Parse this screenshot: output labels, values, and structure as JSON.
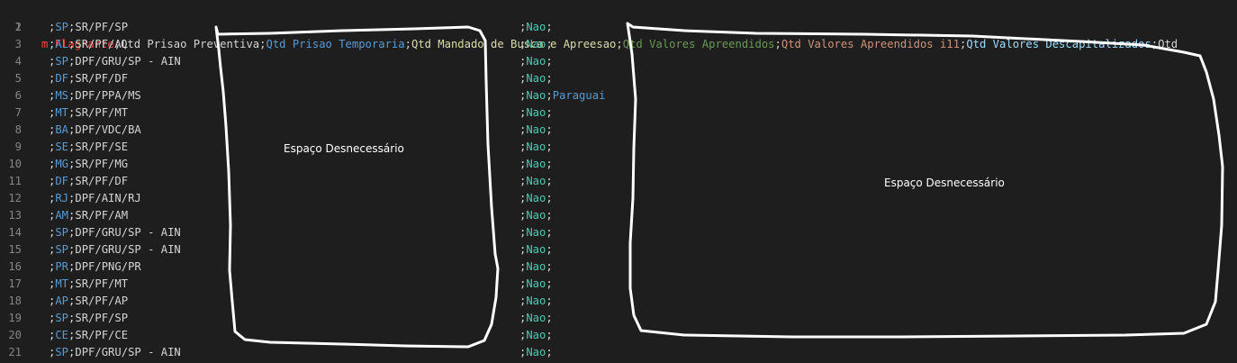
{
  "editor": {
    "header": {
      "line_number": "1",
      "columns": [
        "m Flagrante",
        "Qtd Prisao Preventiva",
        "Qtd Prisao Temporaria",
        "Qtd Mandado de Busca e Apreesao",
        "Qtd Valores Apreendidos",
        "Qtd Valores Apreendidos i11",
        "Qtd Valores Descapitalizados",
        "Qtd"
      ]
    },
    "rows": [
      {
        "n": "2",
        "uf": "SP",
        "unit": "SR/PF/SP",
        "value": "Nao",
        "extra": ""
      },
      {
        "n": "3",
        "uf": "AL",
        "unit": "SR/PF/AL",
        "value": "Nao",
        "extra": ""
      },
      {
        "n": "4",
        "uf": "SP",
        "unit": "DPF/GRU/SP - AIN",
        "value": "Nao",
        "extra": ""
      },
      {
        "n": "5",
        "uf": "DF",
        "unit": "SR/PF/DF",
        "value": "Nao",
        "extra": ""
      },
      {
        "n": "6",
        "uf": "MS",
        "unit": "DPF/PPA/MS",
        "value": "Nao",
        "extra": "Paraguai"
      },
      {
        "n": "7",
        "uf": "MT",
        "unit": "SR/PF/MT",
        "value": "Nao",
        "extra": ""
      },
      {
        "n": "8",
        "uf": "BA",
        "unit": "DPF/VDC/BA",
        "value": "Nao",
        "extra": ""
      },
      {
        "n": "9",
        "uf": "SE",
        "unit": "SR/PF/SE",
        "value": "Nao",
        "extra": ""
      },
      {
        "n": "10",
        "uf": "MG",
        "unit": "SR/PF/MG",
        "value": "Nao",
        "extra": ""
      },
      {
        "n": "11",
        "uf": "DF",
        "unit": "SR/PF/DF",
        "value": "Nao",
        "extra": ""
      },
      {
        "n": "12",
        "uf": "RJ",
        "unit": "DPF/AIN/RJ",
        "value": "Nao",
        "extra": ""
      },
      {
        "n": "13",
        "uf": "AM",
        "unit": "SR/PF/AM",
        "value": "Nao",
        "extra": ""
      },
      {
        "n": "14",
        "uf": "SP",
        "unit": "DPF/GRU/SP - AIN",
        "value": "Nao",
        "extra": ""
      },
      {
        "n": "15",
        "uf": "SP",
        "unit": "DPF/GRU/SP - AIN",
        "value": "Nao",
        "extra": ""
      },
      {
        "n": "16",
        "uf": "PR",
        "unit": "DPF/PNG/PR",
        "value": "Nao",
        "extra": ""
      },
      {
        "n": "17",
        "uf": "MT",
        "unit": "SR/PF/MT",
        "value": "Nao",
        "extra": ""
      },
      {
        "n": "18",
        "uf": "AP",
        "unit": "SR/PF/AP",
        "value": "Nao",
        "extra": ""
      },
      {
        "n": "19",
        "uf": "SP",
        "unit": "SR/PF/SP",
        "value": "Nao",
        "extra": ""
      },
      {
        "n": "20",
        "uf": "CE",
        "unit": "SR/PF/CE",
        "value": "Nao",
        "extra": ""
      },
      {
        "n": "21",
        "uf": "SP",
        "unit": "DPF/GRU/SP - AIN",
        "value": "Nao",
        "extra": ""
      }
    ]
  },
  "annotations": {
    "left_label": "Espaço Desnecessário",
    "right_label": "Espaço Desnecessário",
    "outline_color": "#ffffff"
  },
  "colors": {
    "background": "#1e1e1e",
    "line_number": "#858585",
    "header_columns": [
      "#f44747",
      "#d4d4d4",
      "#569cd6",
      "#dcdcaa",
      "#6a9955",
      "#ce9178",
      "#9cdcfe",
      "#d4d4d4"
    ],
    "uf": "#569cd6",
    "value": "#4ec9b0"
  }
}
